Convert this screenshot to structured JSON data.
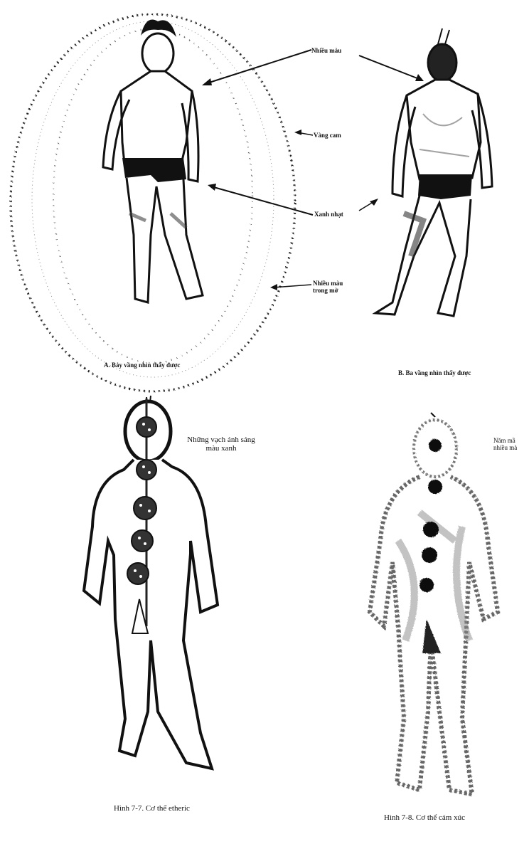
{
  "figure_top": {
    "labels": {
      "nhieu_mau_top": "Nhiều màu",
      "vang_cam": "Vàng cam",
      "xanh_nhat": "Xanh nhạt",
      "nhieu_mau_trong_mo_1": "Nhiều màu",
      "nhieu_mau_trong_mo_2": "trong mờ"
    },
    "caption_a": "A. Bảy vầng nhìn thấy được",
    "caption_b": "B. Ba vầng nhìn thấy được"
  },
  "figure_7_7": {
    "label_line1": "Những vạch ánh sáng",
    "label_line2": "màu xanh",
    "caption": "Hình 7-7. Cơ thể etheric"
  },
  "figure_7_8": {
    "side_label_line1": "Năm mầ",
    "side_label_line2": "nhiều mà",
    "caption": "Hình 7-8. Cơ thể cảm xúc"
  },
  "colors": {
    "ink": "#111111",
    "paper": "#ffffff"
  }
}
